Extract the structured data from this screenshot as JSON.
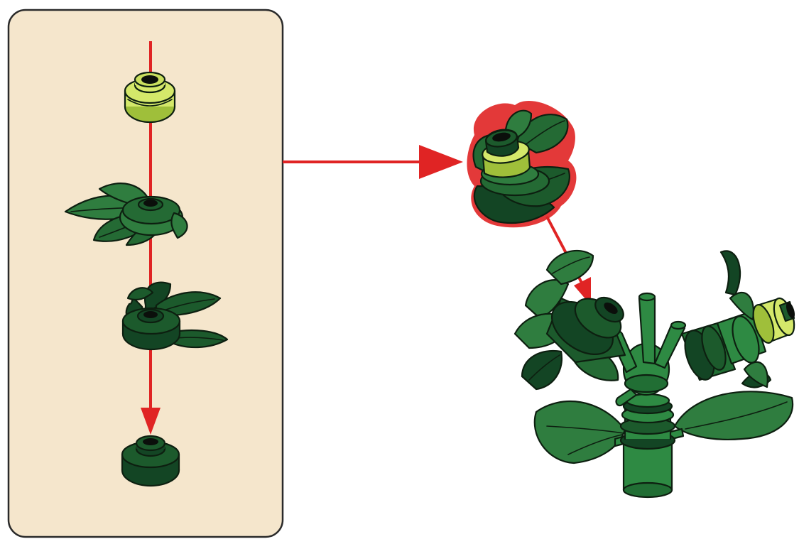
{
  "diagram": {
    "type": "assembly-instruction",
    "panel_background": "#f5e6cc",
    "arrow_color": "#e02424",
    "part_colors": {
      "leaf_green": "#2f7d3f",
      "dark_green": "#134524",
      "yellow_green": "#d4e86a"
    },
    "sub_assembly_parts": [
      "round-plate-yellow-green",
      "plant-leaves-green",
      "plant-leaves-dark-green",
      "round-plate-dark-green"
    ],
    "result": "flower-head-attached-to-plant-stem"
  }
}
